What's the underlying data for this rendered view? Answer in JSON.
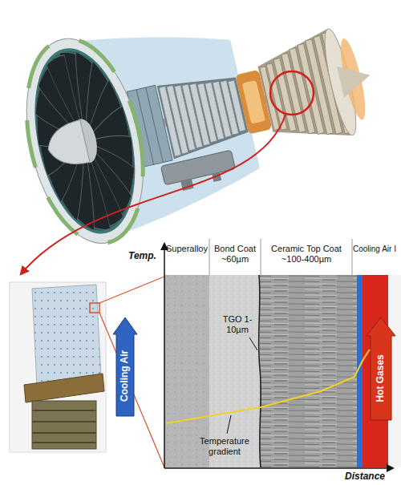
{
  "diagram": {
    "nodes": [
      {
        "text": [
          "Cooling Air"
        ]
      },
      {
        "text": [
          "Hot Gases"
        ]
      }
    ],
    "labels": [
      "Superalloy",
      "Bond Coat ~60µm",
      "Ceramic Top Coat ~100-400µm",
      "Cooling Air I",
      "Temp.",
      "TGO 1-10µm",
      "Temperature gradient",
      "Distance"
    ]
  }
}
